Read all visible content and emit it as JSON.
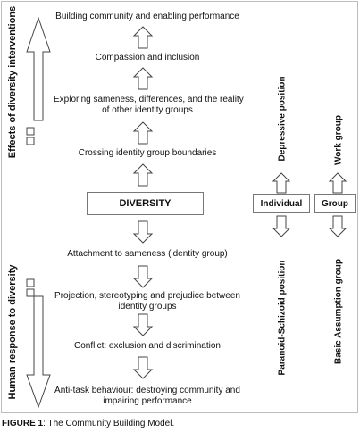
{
  "effects_label": "Effects of diversity interventions",
  "response_label": "Human response to diversity",
  "upper_steps": [
    "Building community and enabling performance",
    "Compassion and inclusion",
    "Exploring sameness, differences, and the reality",
    "of other identity groups",
    "Crossing identity group boundaries"
  ],
  "center_box": "DIVERSITY",
  "lower_steps": [
    "Attachment to sameness (identity group)",
    "Projection, stereotyping and prejudice between",
    "identity groups",
    "Conflict: exclusion and discrimination",
    "Anti-task behaviour: destroying community and",
    "impairing performance"
  ],
  "individual": {
    "label": "Individual",
    "up": "Depressive position",
    "down": "Paranoid-Schizoid position"
  },
  "group": {
    "label": "Group",
    "up": "Work group",
    "down": "Basic Assumption group"
  },
  "caption": {
    "prefix": "FIGURE 1",
    "text": ": The Community Building Model."
  }
}
